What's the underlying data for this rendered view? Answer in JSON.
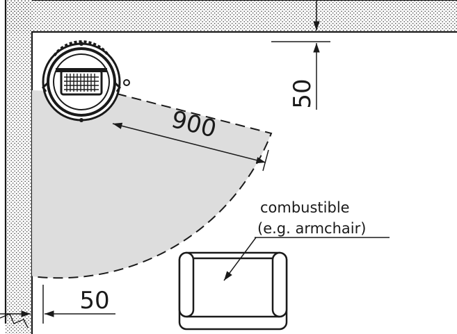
{
  "dimensions": {
    "top_wall_gap": "50",
    "radius": "900",
    "left_wall_gap": "50"
  },
  "labels": {
    "combustible_line1": "combustible",
    "combustible_line2": "(e.g. armchair)"
  },
  "colors": {
    "line": "#1a1a1a",
    "zone_fill": "#dddddd",
    "wall_fill": "#ffffff"
  }
}
